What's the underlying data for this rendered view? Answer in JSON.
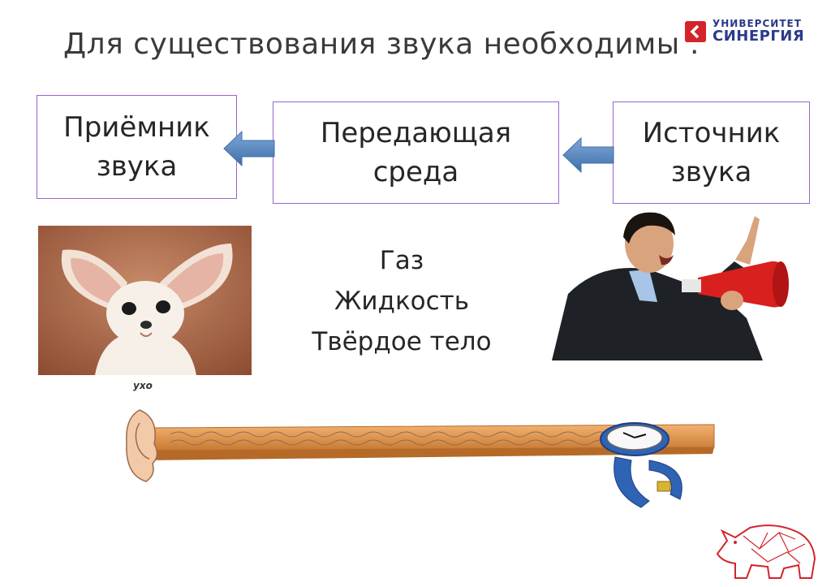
{
  "slide": {
    "title": "Для существования звука необходимы :"
  },
  "logo": {
    "line1": "УНИВЕРСИТЕТ",
    "line2": "СИНЕРГИЯ",
    "mark_icon": "synergy-logo-icon",
    "color": "#2a3a8c",
    "accent": "#d4242b"
  },
  "chain": {
    "receiver": "Приёмник\nзвука",
    "medium": "Передающая\nсреда",
    "source": "Источник\nзвука",
    "arrow_color": "#4f81bd",
    "border_color": "#9966cc"
  },
  "media": {
    "items": [
      "Газ",
      "Жидкость",
      "Твёрдое тело"
    ]
  },
  "illustration": {
    "ear_label": "ухо",
    "fox_image": "fennec-fox-photo",
    "man_image": "man-with-megaphone-photo",
    "board_image": "ear-board-watch-illustration"
  },
  "watermark": {
    "icon": "rhino-ornament-icon",
    "color": "#d4242b"
  }
}
